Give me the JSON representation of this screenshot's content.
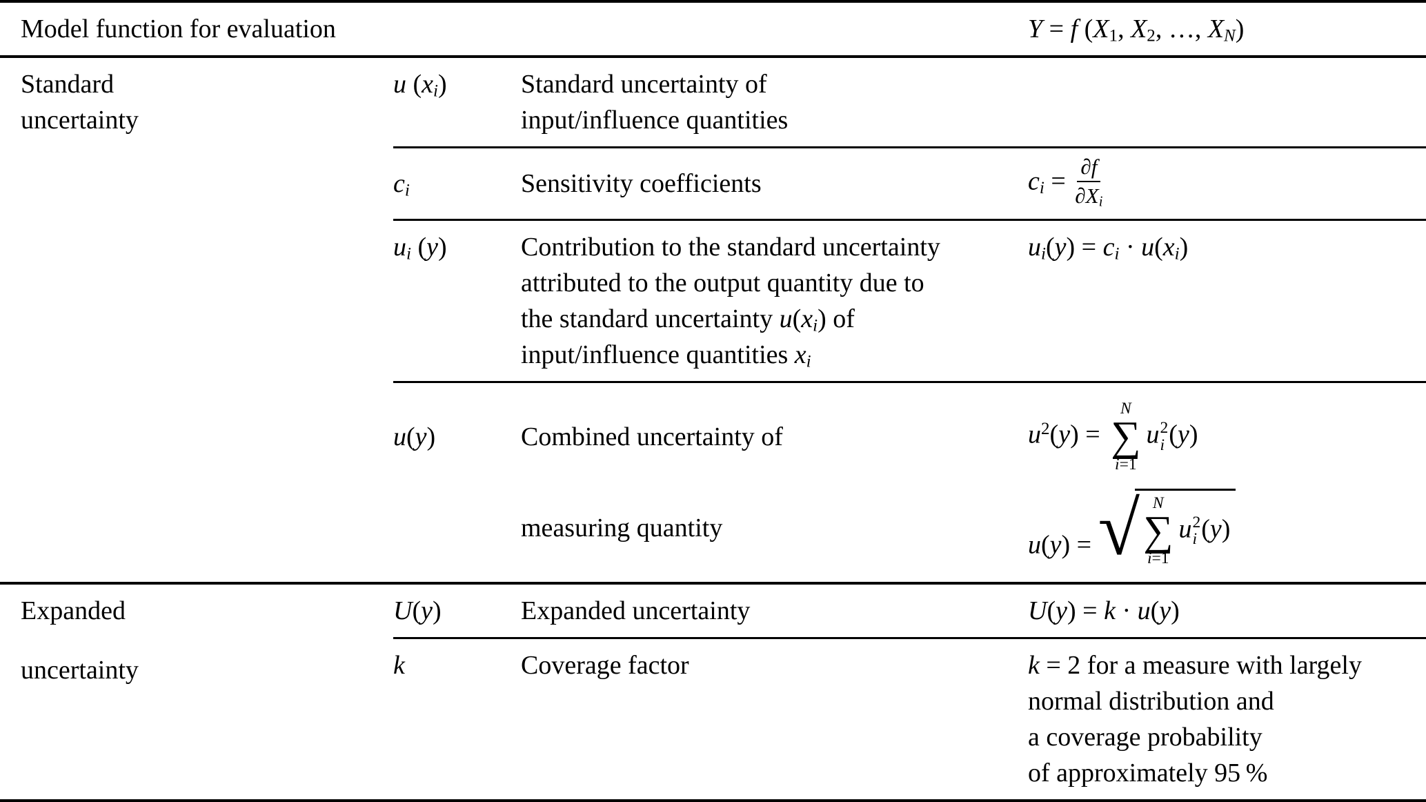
{
  "header": {
    "label": "Model function for evaluation",
    "formula_html": "<i>Y</i> = <i>f</i> (<i>X</i><sub>1</sub>, <i>X</i><sub>2</sub>, …, <i>X</i><sub><i>N</i></sub>)"
  },
  "standard_section": {
    "category_line1": "Standard",
    "category_line2": "uncertainty",
    "row_uxi": {
      "symbol_html": "<i>u</i> (<i>x</i><sub><i>i</i></sub>)",
      "desc_line1": "Standard uncertainty of",
      "desc_line2": "input/influence quantities"
    },
    "row_ci": {
      "symbol_html": "<i>c</i><sub><i>i</i></sub>",
      "desc": "Sensitivity coefficients",
      "formula_html": "<i>c</i><sub><i>i</i></sub> = <span class=\"frac\"><span class=\"num\"><i>∂f</i></span><span class=\"den\"><i>∂X</i><sub><i>i</i></sub></span></span>"
    },
    "row_uiy": {
      "symbol_html": "<i>u</i><sub><i>i</i></sub> (<i>y</i>)",
      "desc_line1": "Contribution to the standard uncertainty",
      "desc_line2": "attributed to the output quantity due to",
      "desc_line3_html": "the standard uncertainty <i>u</i>(<i>x</i><sub><i>i</i></sub>) of",
      "desc_line4_html": "input/influence quantities <i>x</i><sub><i>i</i></sub>",
      "formula_html": "<i>u</i><sub><i>i</i></sub>(<i>y</i>) = <i>c</i><sub><i>i</i></sub> · <i>u</i>(<i>x</i><sub><i>i</i></sub>)"
    },
    "row_uy": {
      "symbol_html": "<i>u</i>(<i>y</i>)",
      "desc_line1": "Combined uncertainty of",
      "desc_line2": "measuring quantity",
      "formula1_html": "<i>u</i><sup>2</sup>(<i>y</i>) = <span class=\"sum\"><span class=\"top\"><i>N</i></span><span class=\"sig\">∑</span><span class=\"bot\"><i>i</i>=1</span></span><i>u</i><span class=\"ss\"><span>2</span><span><i>i</i></span></span>(<i>y</i>)",
      "formula2_html": "<i>u</i>(<i>y</i>) = <span class=\"sqrt\"><span class=\"rad\">√</span><span class=\"radicand\"><span class=\"sum\"><span class=\"top\"><i>N</i></span><span class=\"sig\">∑</span><span class=\"bot\"><i>i</i>=1</span></span><i>u</i><span class=\"ss\"><span>2</span><span><i>i</i></span></span>(<i>y</i>)</span></span>"
    }
  },
  "expanded_section": {
    "category_line1": "Expanded",
    "category_line2": "uncertainty",
    "row_Uy": {
      "symbol_html": "<i>U</i>(<i>y</i>)",
      "desc": "Expanded uncertainty",
      "formula_html": "<i>U</i>(<i>y</i>) = <i>k</i> · <i>u</i>(<i>y</i>)"
    },
    "row_k": {
      "symbol_html": "<i>k</i>",
      "desc": "Coverage factor",
      "formula_html": "<i>k</i> = 2 for a measure with largely<br>normal distribution and<br>a coverage probability<br>of approximately 95 %"
    }
  }
}
